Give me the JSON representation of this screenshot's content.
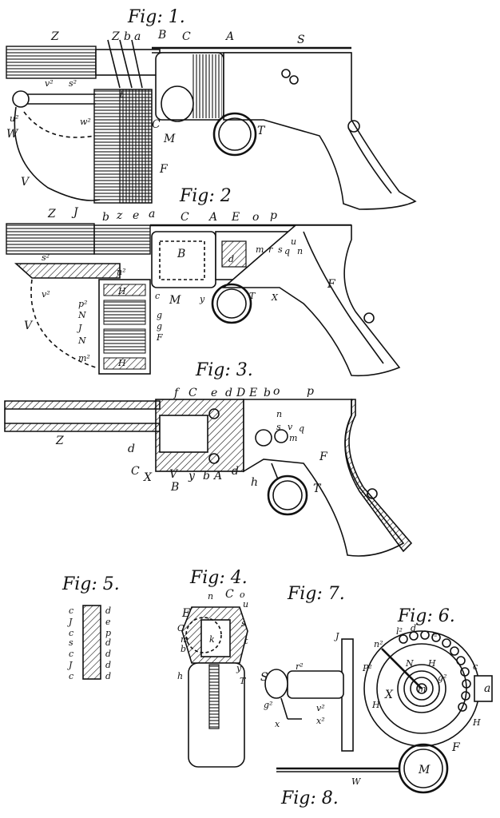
{
  "figures": {
    "fig1": {
      "title": "Fig: 1.",
      "labels": [
        "Z",
        "Z",
        "b",
        "a",
        "B",
        "C",
        "A",
        "S",
        "v²",
        "s²",
        "t",
        "u²",
        "w²",
        "W",
        "V",
        "C",
        "M",
        "F",
        "T"
      ]
    },
    "fig2": {
      "title": "Fig: 2",
      "labels": [
        "Z",
        "J",
        "b",
        "z",
        "e",
        "a",
        "C",
        "A",
        "E",
        "o",
        "p",
        "B",
        "s²",
        "n²",
        "d",
        "m",
        "r",
        "s",
        "u",
        "n",
        "q",
        "F",
        "v²",
        "V",
        "H",
        "p²",
        "N",
        "J",
        "N",
        "m²",
        "H",
        "c",
        "M",
        "y",
        "F",
        "T",
        "X",
        "g",
        "g"
      ]
    },
    "fig3": {
      "title": "Fig: 3.",
      "labels": [
        "f",
        "C",
        "e",
        "d",
        "D",
        "E",
        "b",
        "o",
        "p",
        "Z",
        "d",
        "C",
        "X",
        "V",
        "y",
        "b",
        "A",
        "d",
        "h",
        "T",
        "F",
        "n",
        "q",
        "m",
        "s",
        "v",
        "B"
      ]
    },
    "fig4": {
      "title": "Fig: 4.",
      "labels": [
        "n",
        "C",
        "o",
        "u",
        "E",
        "C",
        "s",
        "m",
        "b",
        "t",
        "k",
        "h",
        "y",
        "T"
      ]
    },
    "fig5": {
      "title": "Fig: 5.",
      "labels": [
        "c",
        "J",
        "c",
        "s",
        "c",
        "J",
        "c",
        "d",
        "e",
        "p",
        "d",
        "d",
        "d",
        "d"
      ]
    },
    "fig6": {
      "title": "Fig: 6.",
      "labels": [
        "l²",
        "d",
        "i²",
        "n²",
        "N",
        "H",
        "P²",
        "m",
        "X",
        "g²",
        "c",
        "a",
        "H",
        "H",
        "F"
      ]
    },
    "fig7": {
      "title": "Fig: 7.",
      "labels": [
        "J",
        "r²",
        "S",
        "g²",
        "x",
        "v²",
        "x²"
      ]
    },
    "fig8": {
      "title": "Fig: 8.",
      "labels": [
        "W",
        "M"
      ]
    }
  }
}
